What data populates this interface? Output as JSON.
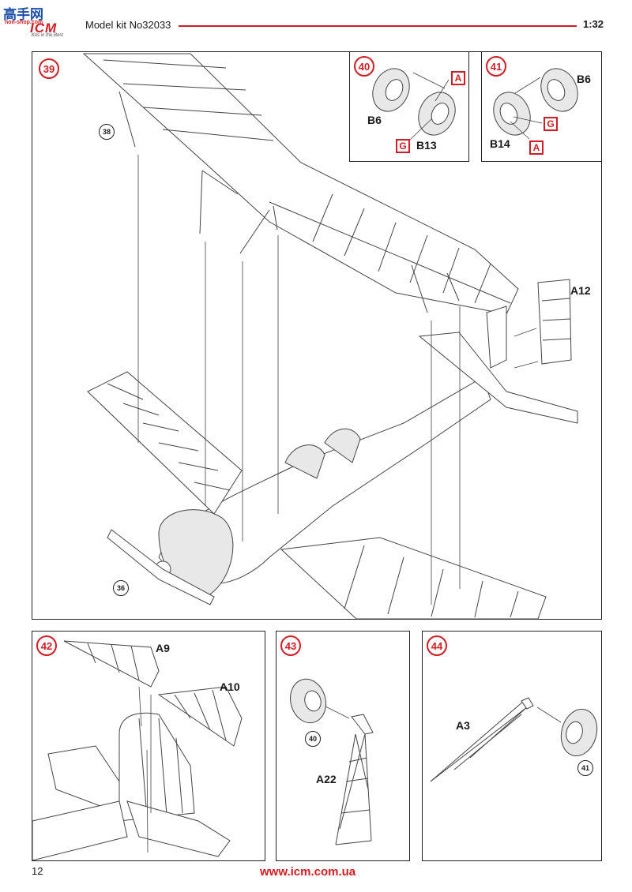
{
  "header": {
    "brand_top": "高手网",
    "brand_sub": "non-shop.com",
    "brand_logo": "ICM",
    "brand_tagline": "Kits in the Best",
    "model_kit": "Model kit No32033",
    "scale": "1:32"
  },
  "steps": {
    "s39": {
      "num": "39",
      "refs": [
        "38",
        "36"
      ],
      "parts": [
        "A12"
      ]
    },
    "s40": {
      "num": "40",
      "parts": [
        "B6",
        "B13"
      ],
      "paint": [
        "A",
        "G"
      ]
    },
    "s41": {
      "num": "41",
      "parts": [
        "B6",
        "B14"
      ],
      "paint": [
        "G",
        "A"
      ]
    },
    "s42": {
      "num": "42",
      "parts": [
        "A9",
        "A10"
      ]
    },
    "s43": {
      "num": "43",
      "refs": [
        "40"
      ],
      "parts": [
        "A22"
      ]
    },
    "s44": {
      "num": "44",
      "refs": [
        "41"
      ],
      "parts": [
        "A3"
      ]
    }
  },
  "footer": {
    "page_number": "12",
    "website": "www.icm.com.ua"
  },
  "colors": {
    "accent_red": "#d41c24",
    "line": "#222222"
  }
}
